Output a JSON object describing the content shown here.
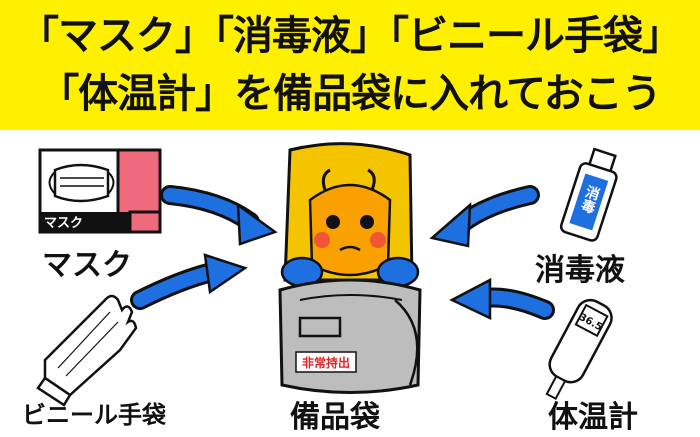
{
  "headline": {
    "line1": "「マスク」「消毒液」「ビニール手袋」",
    "line2": "「体温計」を備品袋に入れておこう"
  },
  "items": {
    "mask": {
      "label": "マスク",
      "box_text": "マスク"
    },
    "sanitizer": {
      "label": "消毒液",
      "bottle_text": "消毒"
    },
    "gloves": {
      "label": "ビニール手袋"
    },
    "thermometer": {
      "label": "体温計",
      "display": "36.5"
    },
    "bag": {
      "label": "備品袋",
      "tag_text": "非常持出"
    }
  },
  "colors": {
    "banner": "#fff000",
    "arrow": "#1e6fe0",
    "mask_box": "#ee6a7c",
    "character": "#f5c400",
    "bag": "#bdbdbd"
  }
}
